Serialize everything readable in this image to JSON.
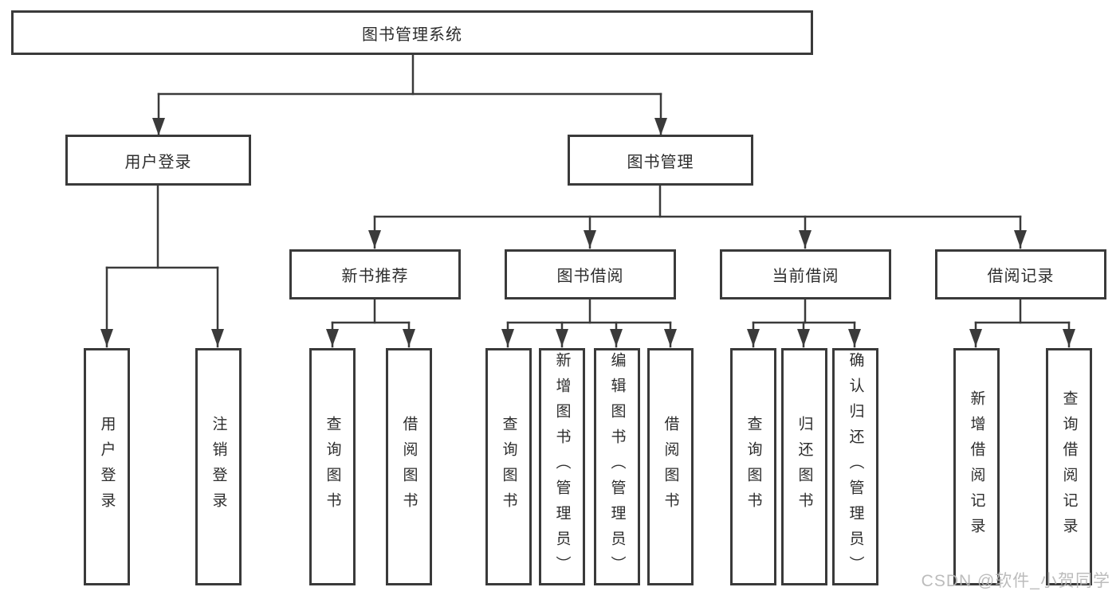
{
  "diagram_title": "图书管理系统",
  "colors": {
    "line": "#3a3a3a",
    "box_border": "#3a3a3a",
    "text": "#2d2d2d",
    "background": "#ffffff",
    "watermark": "#b6b6b6"
  },
  "tree": {
    "label": "图书管理系统",
    "children": [
      {
        "label": "用户登录",
        "children": [
          {
            "label": "用户登录"
          },
          {
            "label": "注销登录"
          }
        ]
      },
      {
        "label": "图书管理",
        "children": [
          {
            "label": "新书推荐",
            "children": [
              {
                "label": "查询图书"
              },
              {
                "label": "借阅图书"
              }
            ]
          },
          {
            "label": "图书借阅",
            "children": [
              {
                "label": "查询图书"
              },
              {
                "label": "新增图书（管理员）"
              },
              {
                "label": "编辑图书（管理员）"
              },
              {
                "label": "借阅图书"
              }
            ]
          },
          {
            "label": "当前借阅",
            "children": [
              {
                "label": "查询图书"
              },
              {
                "label": "归还图书"
              },
              {
                "label": "确认归还（管理员）"
              }
            ]
          },
          {
            "label": "借阅记录",
            "children": [
              {
                "label": "新增借阅记录"
              },
              {
                "label": "查询借阅记录"
              }
            ]
          }
        ]
      }
    ]
  },
  "watermark": {
    "text": "CSDN @软件_小贺同学"
  }
}
